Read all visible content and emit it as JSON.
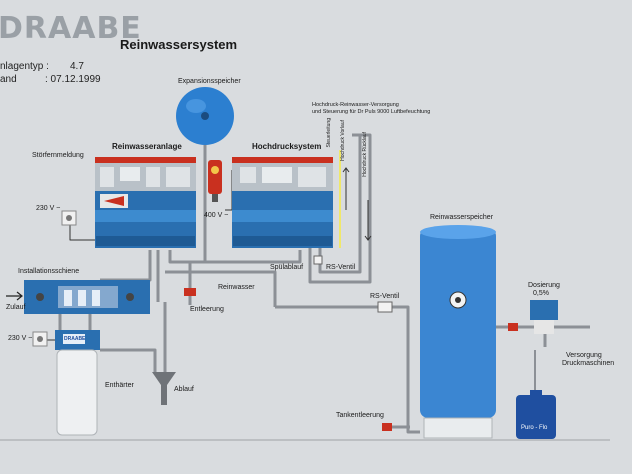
{
  "header": {
    "logo": "DRAABE",
    "title": "Reinwassersystem",
    "anlagentyp_label": "nlagentyp :",
    "anlagentyp_value": "4.7",
    "stand_label": "and",
    "stand_value": ": 07.12.1999"
  },
  "labels": {
    "expansion": "Expansionsspeicher",
    "reinwasseranlage": "Reinwasseranlage",
    "hochdrucksystem": "Hochdrucksystem",
    "hd_versorgung_1": "Hochdruck-Reinwasser-Versorgung",
    "hd_versorgung_2": "und Steuerung für Dr Puls 9000 Luftbefeuchtung",
    "stoermeldung": "Störfernmeldung",
    "v230_top": "230 V ~",
    "v400": "400 V ~",
    "installationsschiene": "Installationsschiene",
    "zulauf": "Zulauf",
    "v230_bottom": "230 V ~",
    "spueblauf": "Spülablauf",
    "reinwasser": "Reinwasser",
    "entleerung": "Entleerung",
    "rs_ventil_1": "RS-Ventil",
    "rs_ventil_2": "RS-Ventil",
    "enthaerter": "Enthärter",
    "ablauf": "Ablauf",
    "reinwasserspeicher": "Reinwasserspeicher",
    "dosierung": "Dosierung",
    "dosierung_pct": "0,5%",
    "versorgung_1": "Versorgung",
    "versorgung_2": "Druckmaschinen",
    "tankentleerung": "Tankentleerung",
    "canister": "Puro - Flo",
    "steuerleitung": "Steuerleitung",
    "hd_vorlauf": "Hochdruck Vorlauf",
    "hd_ruecklauf": "Hochdruck Rücklauf",
    "draabe_small": "DRAABE"
  },
  "colors": {
    "background": "#d9dcdf",
    "pipe": "#8c9096",
    "unit_blue": "#2a6fb0",
    "tank_blue": "#3b86d2",
    "expansion_blue": "#2c7fd0",
    "header_red": "#c9301f"
  }
}
